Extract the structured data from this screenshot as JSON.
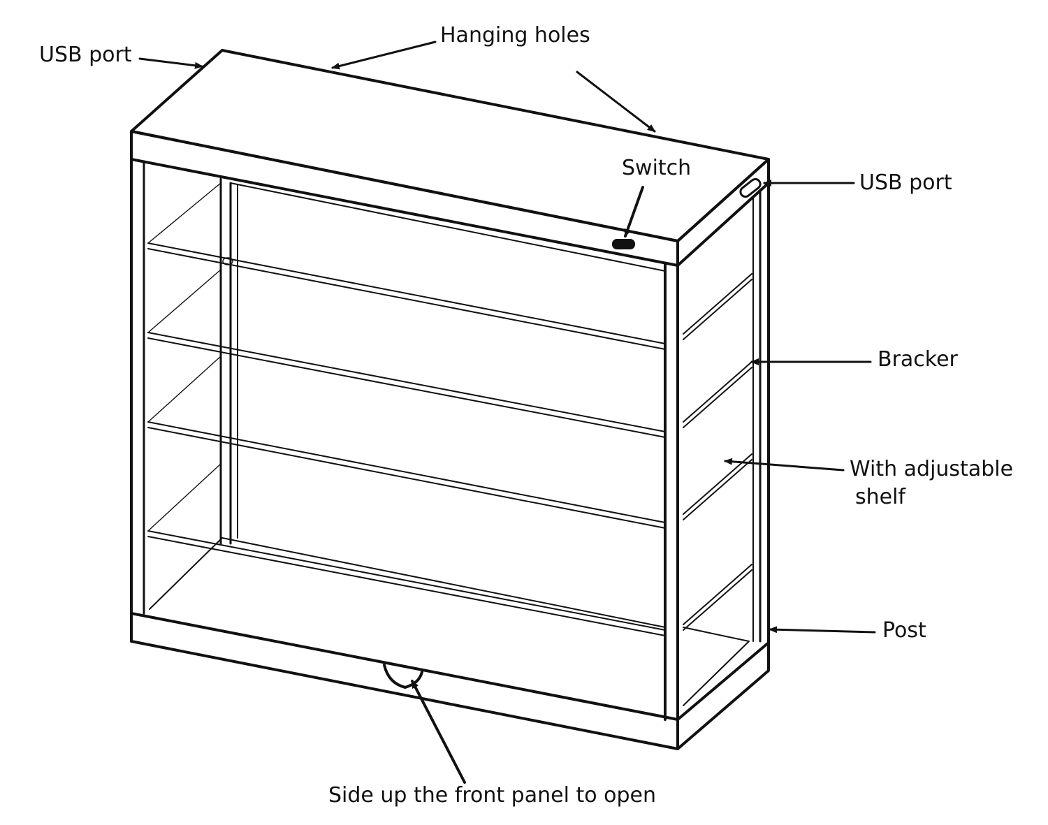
{
  "labels": {
    "usb_port_left": "USB port",
    "hanging_holes": "Hanging holes",
    "switch": "Switch",
    "usb_port_right": "USB port",
    "bracker": "Bracker",
    "adjustable_line1": "With adjustable",
    "adjustable_line2": "shelf",
    "post": "Post",
    "front_panel": "Side up the front panel to open"
  },
  "colors": {
    "ink": "#111111",
    "background": "#ffffff"
  }
}
